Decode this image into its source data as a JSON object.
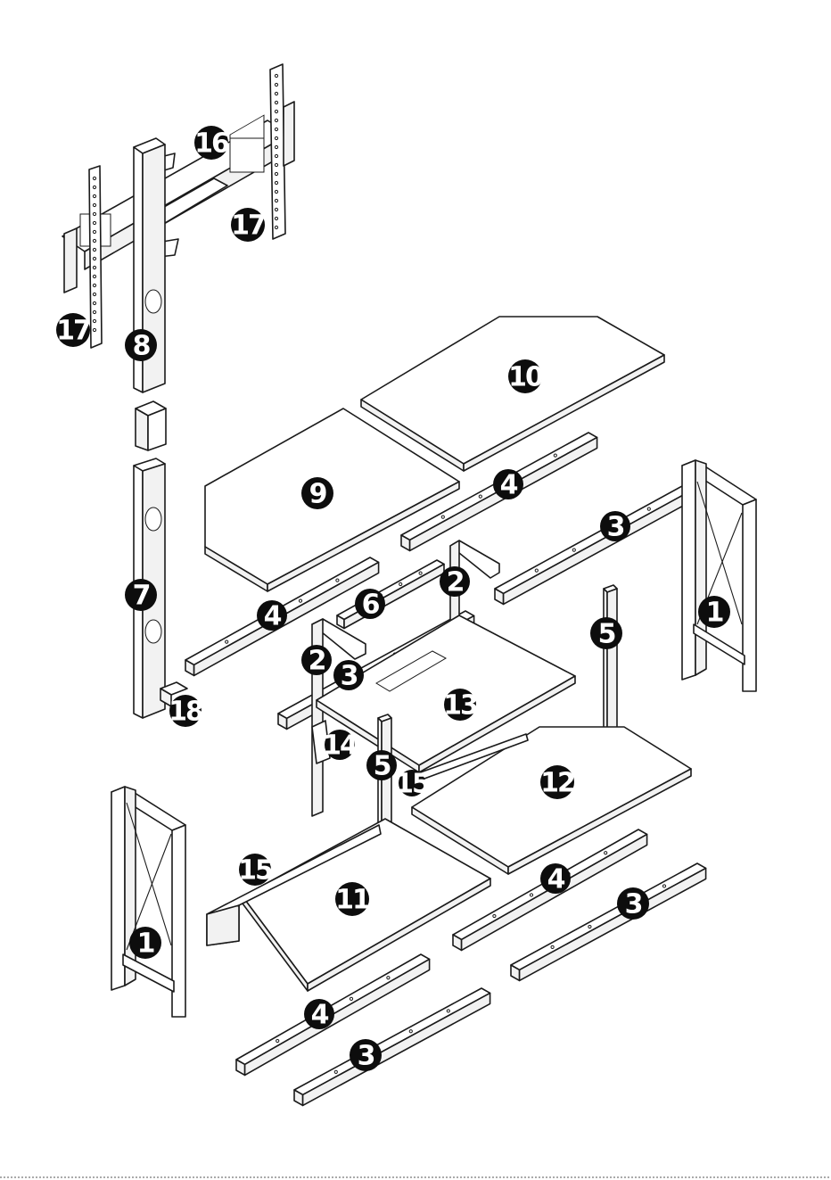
{
  "figure": {
    "labels": [
      {
        "id": "label-16",
        "text": "16"
      },
      {
        "id": "label-17-right",
        "text": "17"
      },
      {
        "id": "label-17-left",
        "text": "17"
      },
      {
        "id": "label-8",
        "text": "8"
      },
      {
        "id": "label-7",
        "text": "7"
      },
      {
        "id": "label-18",
        "text": "18"
      },
      {
        "id": "label-10",
        "text": "10"
      },
      {
        "id": "label-9",
        "text": "9"
      },
      {
        "id": "label-4-a",
        "text": "4"
      },
      {
        "id": "label-3-a",
        "text": "3"
      },
      {
        "id": "label-1-right",
        "text": "1"
      },
      {
        "id": "label-6",
        "text": "6"
      },
      {
        "id": "label-2-a",
        "text": "2"
      },
      {
        "id": "label-4-b",
        "text": "4"
      },
      {
        "id": "label-5-a",
        "text": "5"
      },
      {
        "id": "label-2-b",
        "text": "2"
      },
      {
        "id": "label-3-b",
        "text": "3"
      },
      {
        "id": "label-13",
        "text": "13"
      },
      {
        "id": "label-14",
        "text": "14"
      },
      {
        "id": "label-5-b",
        "text": "5"
      },
      {
        "id": "label-15-a",
        "text": "15"
      },
      {
        "id": "label-12",
        "text": "12"
      },
      {
        "id": "label-15-b",
        "text": "15"
      },
      {
        "id": "label-11",
        "text": "11"
      },
      {
        "id": "label-1-left",
        "text": "1"
      },
      {
        "id": "label-4-c",
        "text": "4"
      },
      {
        "id": "label-3-c",
        "text": "3"
      },
      {
        "id": "label-4-d",
        "text": "4"
      },
      {
        "id": "label-3-d",
        "text": "3"
      }
    ]
  }
}
